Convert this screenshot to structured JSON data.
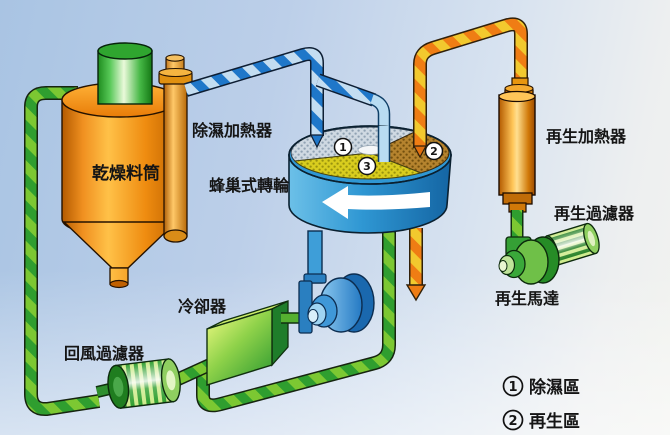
{
  "labels": {
    "dehumid_heater": "除濕加熱器",
    "hopper": "乾燥料筒",
    "rotor": "蜂巢式轉輪",
    "cooler": "冷卻器",
    "return_filter": "回風過濾器",
    "regen_heater": "再生加熱器",
    "regen_filter": "再生過濾器",
    "regen_motor": "再生馬達"
  },
  "badges": {
    "zone1": "1",
    "zone2": "2",
    "zone3": "3"
  },
  "legend": [
    {
      "num": "1",
      "label": "除濕區"
    },
    {
      "num": "2",
      "label": "再生區"
    }
  ],
  "colors": {
    "pipe_green_light": "#7cc832",
    "pipe_green_dark": "#2f9e2f",
    "pipe_blue_light": "#c3ddf1",
    "pipe_blue_dark": "#1f77c9",
    "pipe_orange": "#ef7d14",
    "pipe_yellow": "#f2c92e",
    "rotor_blue": "#2f97d3",
    "zone1_gray": "#cfd9e2",
    "zone2_brown": "#b5832e",
    "zone3_yellow": "#d9cd1e",
    "hopper_orange": "#f09020",
    "loader_green": "#45b845",
    "background_blue": "#a9c4e3"
  }
}
